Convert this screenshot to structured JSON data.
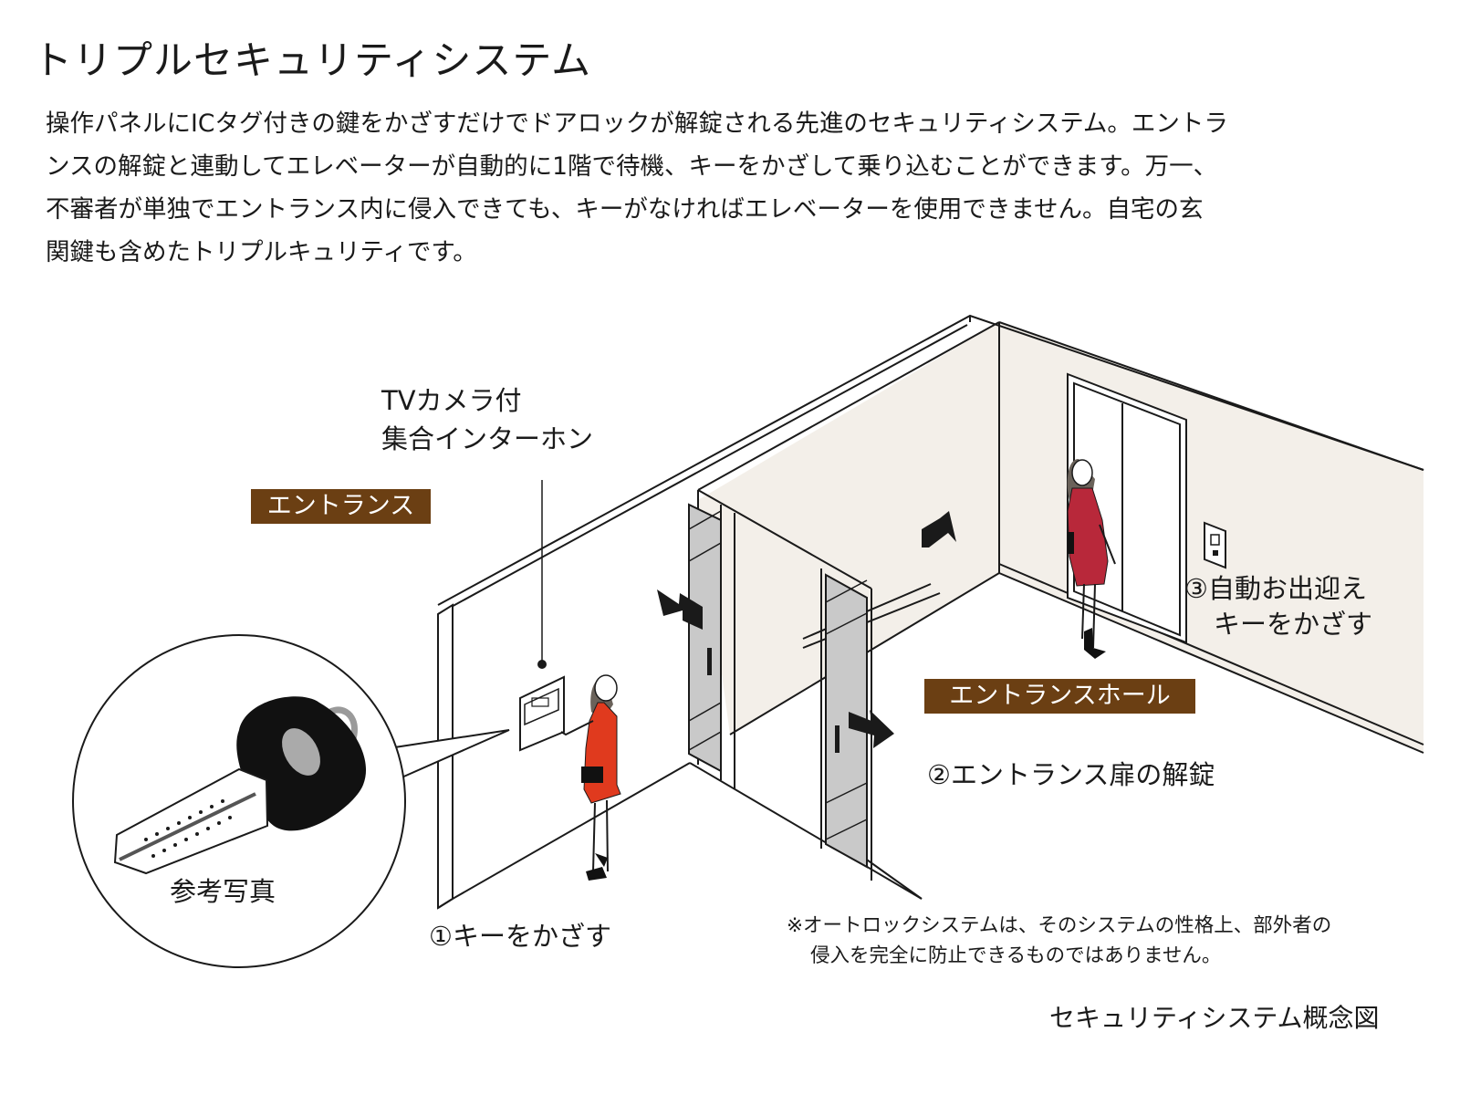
{
  "title": "トリプルセキュリティシステム",
  "description_lines": [
    "操作パネルにICタグ付きの鍵をかざすだけでドアロックが解錠される先進のセキュリティシステム。エントラ",
    "ンスの解錠と連動してエレベーターが自動的に1階で待機、キーをかざして乗り込むことができます。万一、",
    "不審者が単独でエントランス内に侵入できても、キーがなければエレベーターを使用できません。自宅の玄",
    "関鍵も含めたトリプルキュリティです。"
  ],
  "diagram": {
    "tv_label_lines": [
      "TVカメラ付",
      "集合インターホン"
    ],
    "badges": {
      "entrance": "エントランス",
      "entrance_hall": "エントランスホール"
    },
    "steps": {
      "step1": "①キーをかざす",
      "step2": "②エントランス扉の解錠",
      "step3_lines": [
        "③自動お出迎え",
        "キーをかざす"
      ]
    },
    "key_photo_label": "参考写真",
    "note_lines": [
      "※オートロックシステムは、そのシステムの性格上、部外者の",
      "侵入を完全に防止できるものではありません。"
    ],
    "caption": "セキュリティシステム概念図"
  },
  "colors": {
    "badge_bg": "#6b3f13",
    "badge_text": "#ffffff",
    "wall_fill": "#f3efe9",
    "door_glass": "#c9c9c9",
    "person_dress_left": "#e03a1e",
    "person_dress_right": "#b8283a",
    "line": "#1a1a1a"
  },
  "icons": [
    "ic-key-icon",
    "arrow-icon",
    "intercom-panel-icon",
    "elevator-call-button-icon",
    "person-figure-icon"
  ]
}
